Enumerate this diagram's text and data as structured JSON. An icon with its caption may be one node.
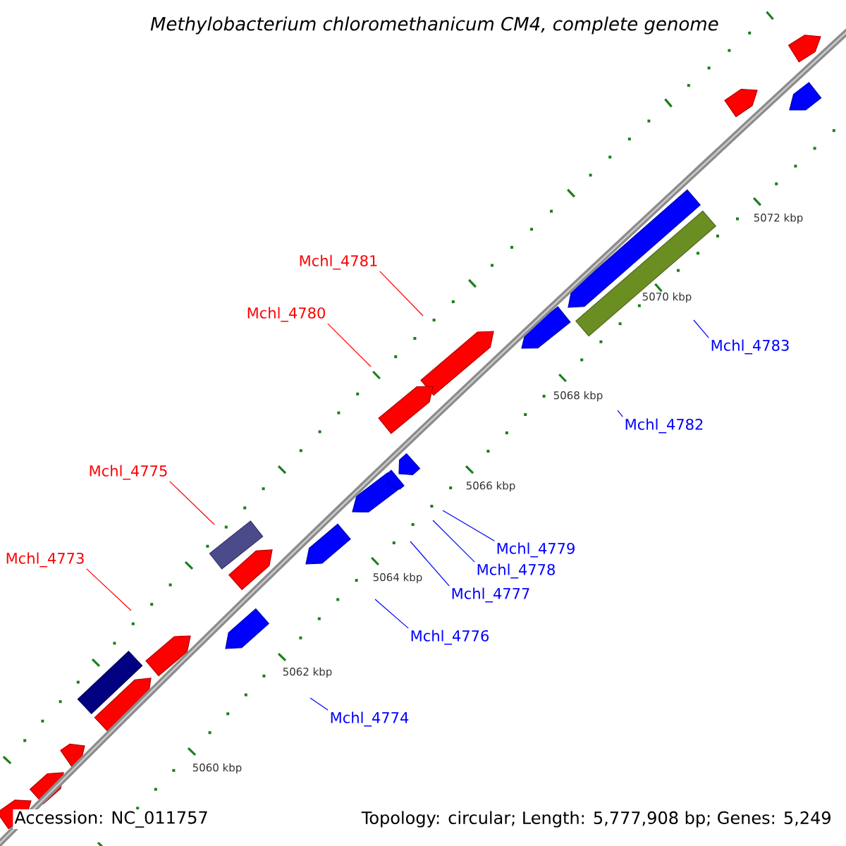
{
  "diagram": {
    "title": "*Methylobacterium chloromethanicum* *CM4, complete genome*",
    "nodes": [
      {
        "text": [
          "Mchl_4781"
        ]
      },
      {
        "text": [
          "Mchl_4780"
        ]
      },
      {
        "text": [
          "Mchl_4783"
        ]
      },
      {
        "text": [
          "Mchl_4782"
        ]
      },
      {
        "text": [
          "Mchl_4775"
        ]
      },
      {
        "text": [
          "Mchl_4779"
        ]
      },
      {
        "text": [
          "Mchl_4773"
        ]
      },
      {
        "text": [
          "Mchl_4778"
        ]
      },
      {
        "text": [
          "Mchl_4777"
        ]
      },
      {
        "text": [
          "Mchl_4776"
        ]
      },
      {
        "text": [
          "Mchl_4774"
        ]
      }
    ],
    "edges": [
      {
        "from": 0,
        "to": null,
        "arrow": "none",
        "color": "#ff0000"
      },
      {
        "from": 1,
        "to": null,
        "arrow": "none",
        "color": "#ff0000"
      },
      {
        "from": 2,
        "to": null,
        "arrow": "none",
        "color": "#0000ff"
      },
      {
        "from": 3,
        "to": null,
        "arrow": "none",
        "color": "#0000ff"
      },
      {
        "from": 4,
        "to": null,
        "arrow": "none",
        "color": "#ff0000"
      },
      {
        "from": 5,
        "to": null,
        "arrow": "none",
        "color": "#0000ff"
      },
      {
        "from": 6,
        "to": null,
        "arrow": "none",
        "color": "#ff0000"
      },
      {
        "from": 7,
        "to": null,
        "arrow": "none",
        "color": "#0000ff"
      },
      {
        "from": 8,
        "to": null,
        "arrow": "none",
        "color": "#0000ff"
      },
      {
        "from": 9,
        "to": null,
        "arrow": "none",
        "color": "#0000ff"
      },
      {
        "from": 10,
        "to": null,
        "arrow": "none",
        "color": "#0000ff"
      }
    ],
    "labels": [
      "5072 kbp",
      "5070 kbp",
      "5068 kbp",
      "5066 kbp",
      "5064 kbp",
      "5062 kbp",
      "5060 kbp",
      "Accession: NC_011757",
      "Topology: circular; Length: 5,777,908 bp; Genes: 5,249"
    ]
  }
}
